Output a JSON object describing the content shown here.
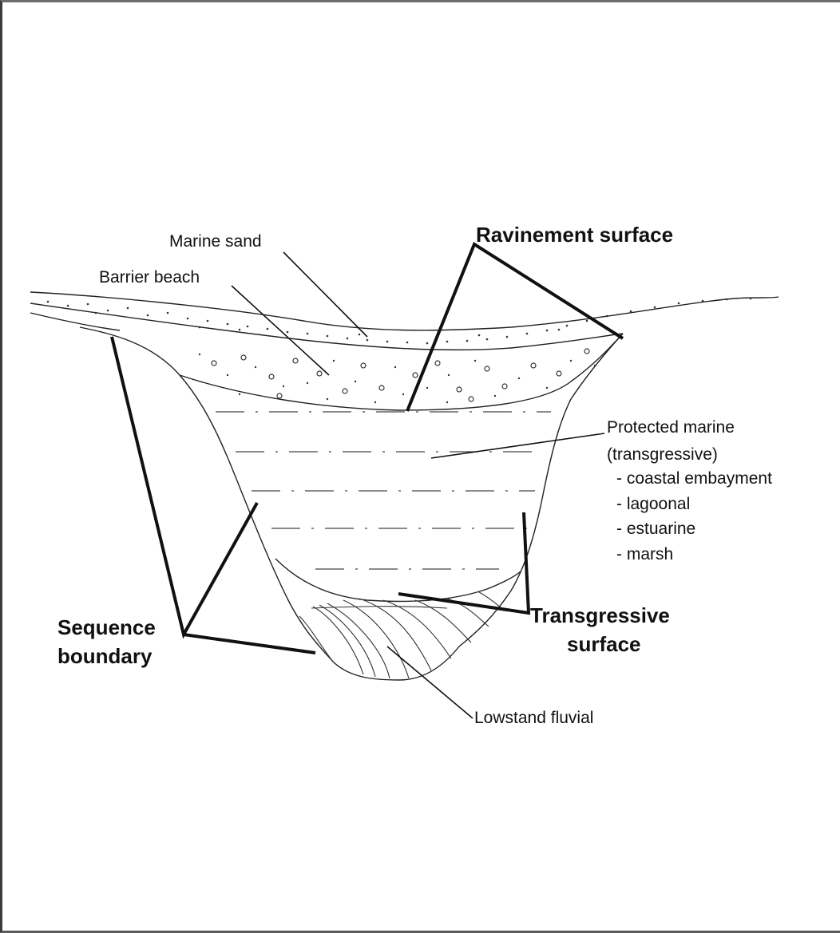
{
  "diagram": {
    "labels": {
      "marine_sand": "Marine sand",
      "barrier_beach": "Barrier beach",
      "ravinement_surface": "Ravinement surface",
      "protected_marine": "Protected marine",
      "transgressive_paren": "(transgressive)",
      "sub_items": [
        "- coastal embayment",
        "- lagoonal",
        "- estuarine",
        "- marsh"
      ],
      "sequence": "Sequence",
      "boundary": "boundary",
      "transgressive": "Transgressive",
      "surface": "surface",
      "lowstand_fluvial": "Lowstand fluvial"
    }
  }
}
